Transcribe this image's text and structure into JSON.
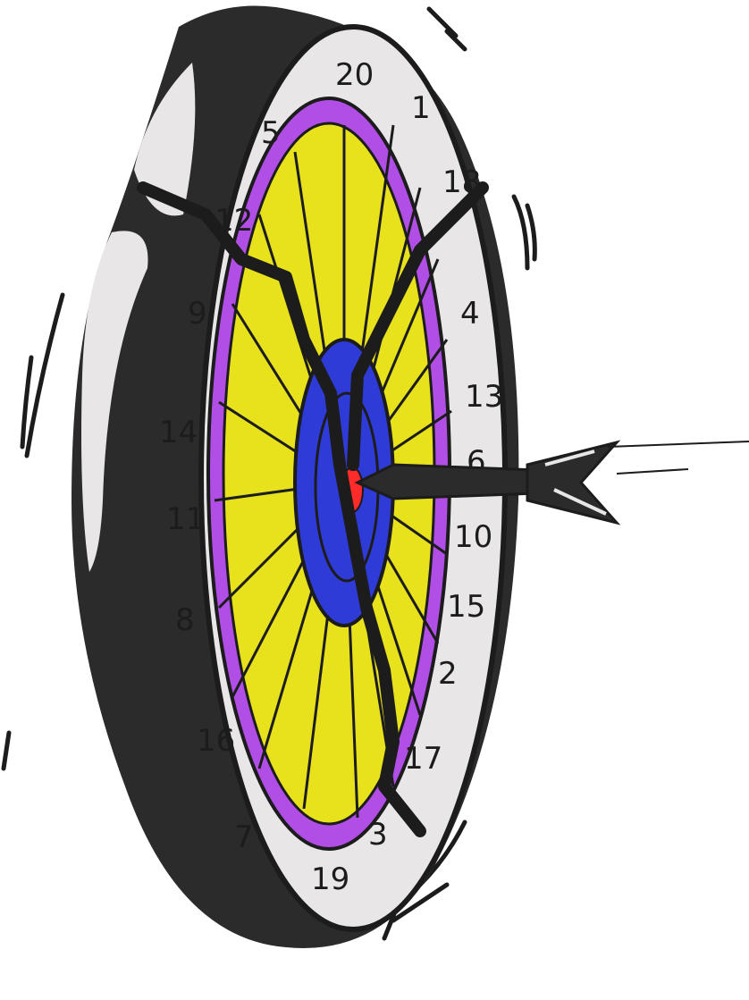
{
  "subject": "dartboard-with-dart",
  "colors": {
    "background": "#ffffff",
    "board_rim": "#2b2b2b",
    "board_face": "#e8e6e6",
    "double_ring": "#b14ee6",
    "scoring_area": "#e8e21c",
    "bull_ring": "#2f3bd6",
    "bullseye": "#ff2a2a",
    "wire": "#1c1c1c"
  },
  "board_numbers": [
    "20",
    "1",
    "18",
    "4",
    "13",
    "6",
    "10",
    "15",
    "2",
    "17",
    "3",
    "19",
    "7",
    "16",
    "8",
    "11",
    "14",
    "9",
    "12",
    "5"
  ]
}
